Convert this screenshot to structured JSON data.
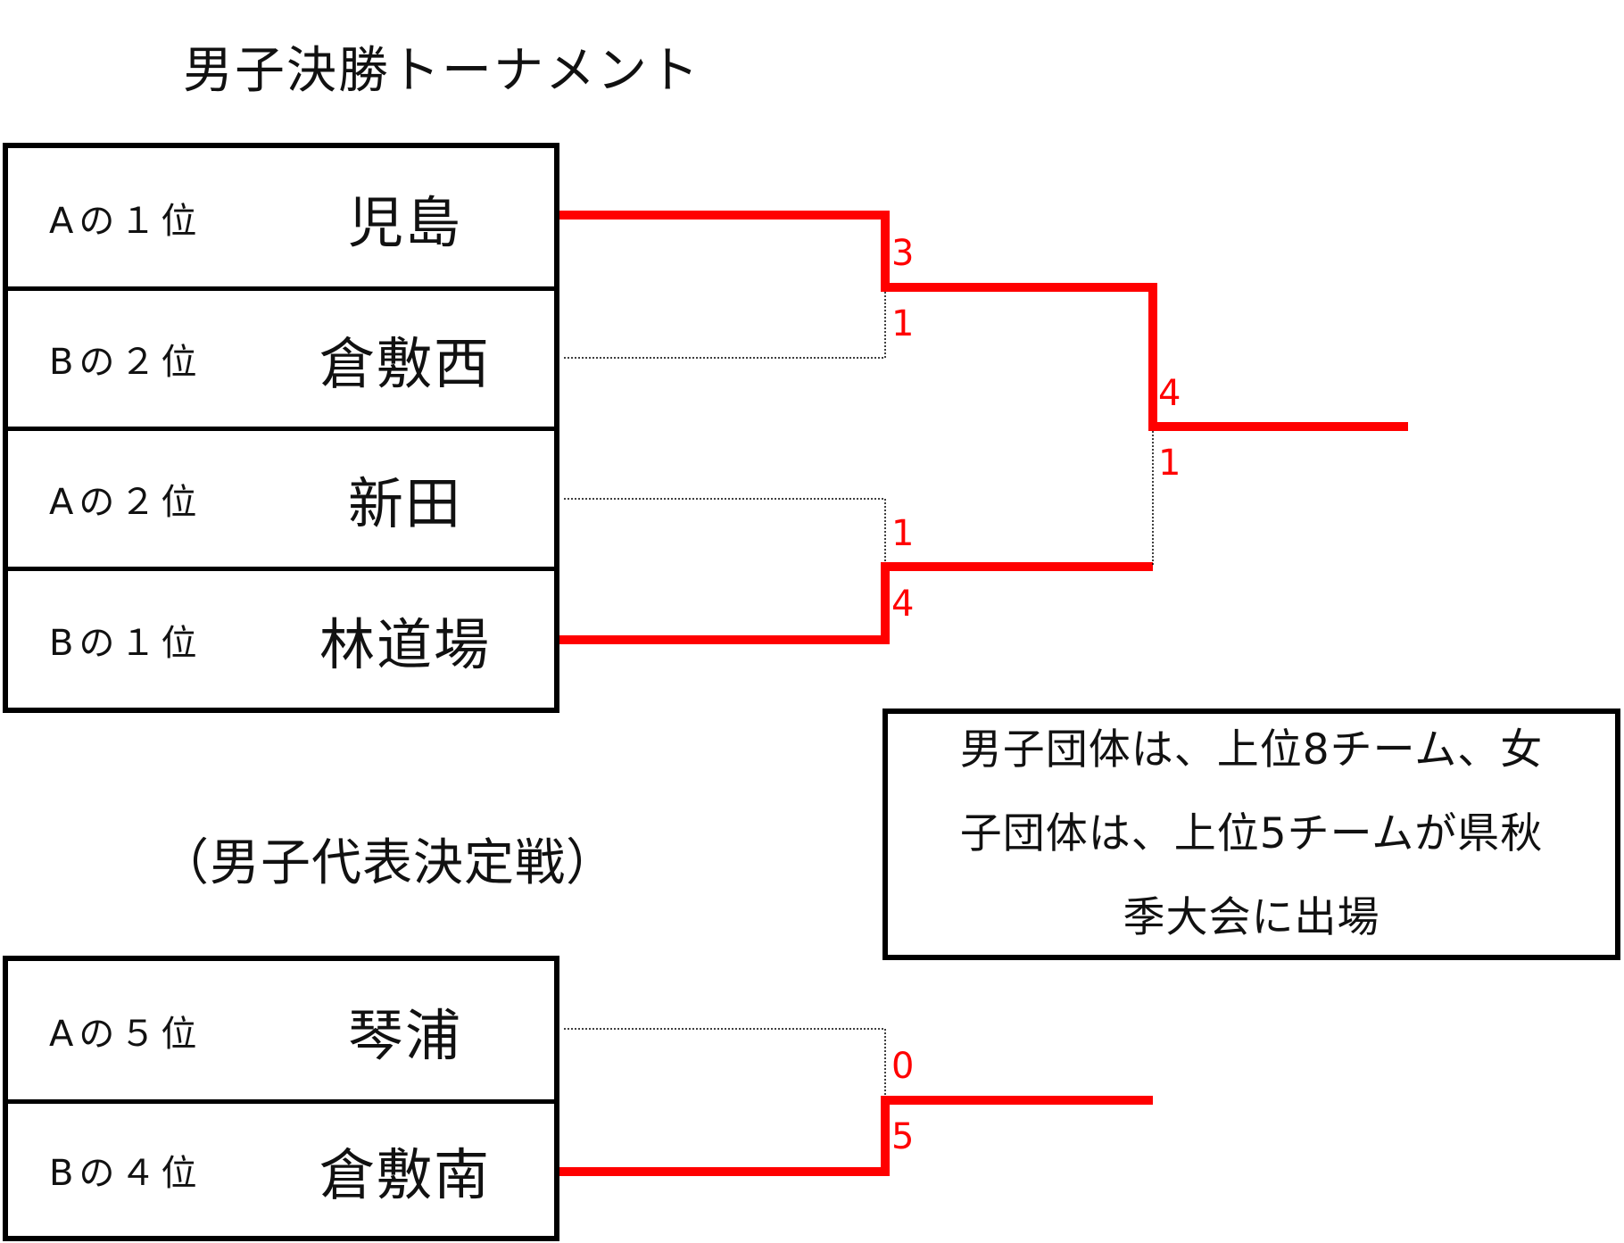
{
  "titles": {
    "main": "男子決勝トーナメント",
    "sub": "（男子代表決定戦）"
  },
  "final_bracket": {
    "teams": [
      {
        "seed": "Aの１位",
        "name": "児島"
      },
      {
        "seed": "Bの２位",
        "name": "倉敷西"
      },
      {
        "seed": "Aの２位",
        "name": "新田"
      },
      {
        "seed": "Bの１位",
        "name": "林道場"
      }
    ],
    "semifinal_1": {
      "top_score": "3",
      "bottom_score": "1",
      "winner": "児島"
    },
    "semifinal_2": {
      "top_score": "1",
      "bottom_score": "4",
      "winner": "林道場"
    },
    "final": {
      "top_score": "4",
      "bottom_score": "1",
      "winner": "児島"
    }
  },
  "playoff_bracket": {
    "teams": [
      {
        "seed": "Aの５位",
        "name": "琴浦"
      },
      {
        "seed": "Bの４位",
        "name": "倉敷南"
      }
    ],
    "match": {
      "top_score": "0",
      "bottom_score": "5",
      "winner": "倉敷南"
    }
  },
  "note": {
    "lines": [
      "男子団体は、上位8チーム、女",
      "子団体は、上位5チームが県秋",
      "季大会に出場"
    ]
  },
  "colors": {
    "winner_line": "#ff0000",
    "loser_line": "#000000",
    "border": "#000000"
  }
}
